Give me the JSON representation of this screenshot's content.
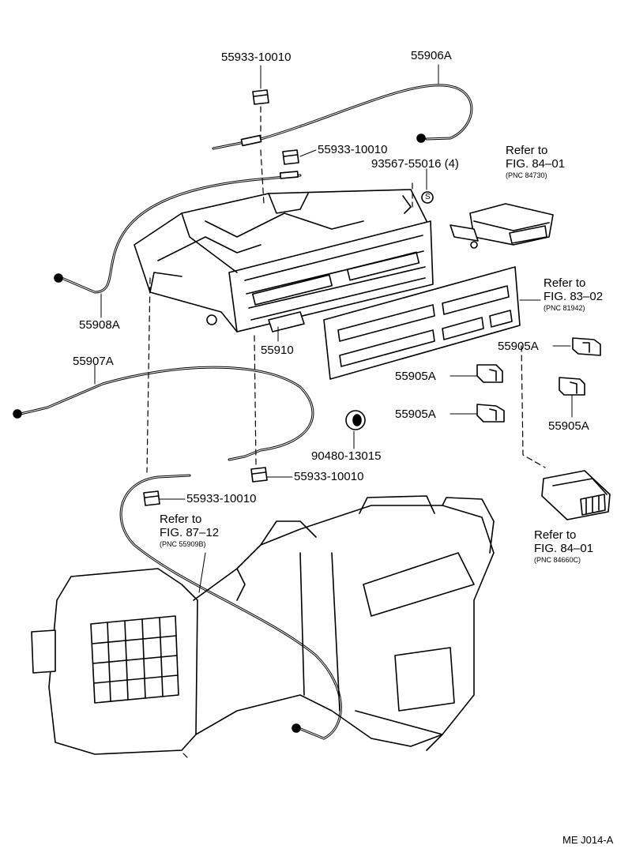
{
  "parts": {
    "p_55933_top": "55933-10010",
    "p_55906A": "55906A",
    "p_55933_mid": "55933-10010",
    "p_93567": "93567-55016 (4)",
    "p_55908A": "55908A",
    "p_55910": "55910",
    "p_55907A": "55907A",
    "p_55905A_1": "55905A",
    "p_55905A_2": "55905A",
    "p_55905A_3": "55905A",
    "p_55905A_4": "55905A",
    "p_90480": "90480-13015",
    "p_55933_low": "55933-10010",
    "p_55933_bot": "55933-10010"
  },
  "refs": [
    {
      "title": "Refer to",
      "fig": "FIG. 84–01",
      "pnc": "(PNC 84730)"
    },
    {
      "title": "Refer to",
      "fig": "FIG. 83–02",
      "pnc": "(PNC 81942)"
    },
    {
      "title": "Refer to",
      "fig": "FIG. 87–12",
      "pnc": "(PNC 55909B)"
    },
    {
      "title": "Refer to",
      "fig": "FIG. 84–01",
      "pnc": "(PNC 84660C)"
    }
  ],
  "screw_symbol": "S",
  "diagram_code": "ME J014-A"
}
